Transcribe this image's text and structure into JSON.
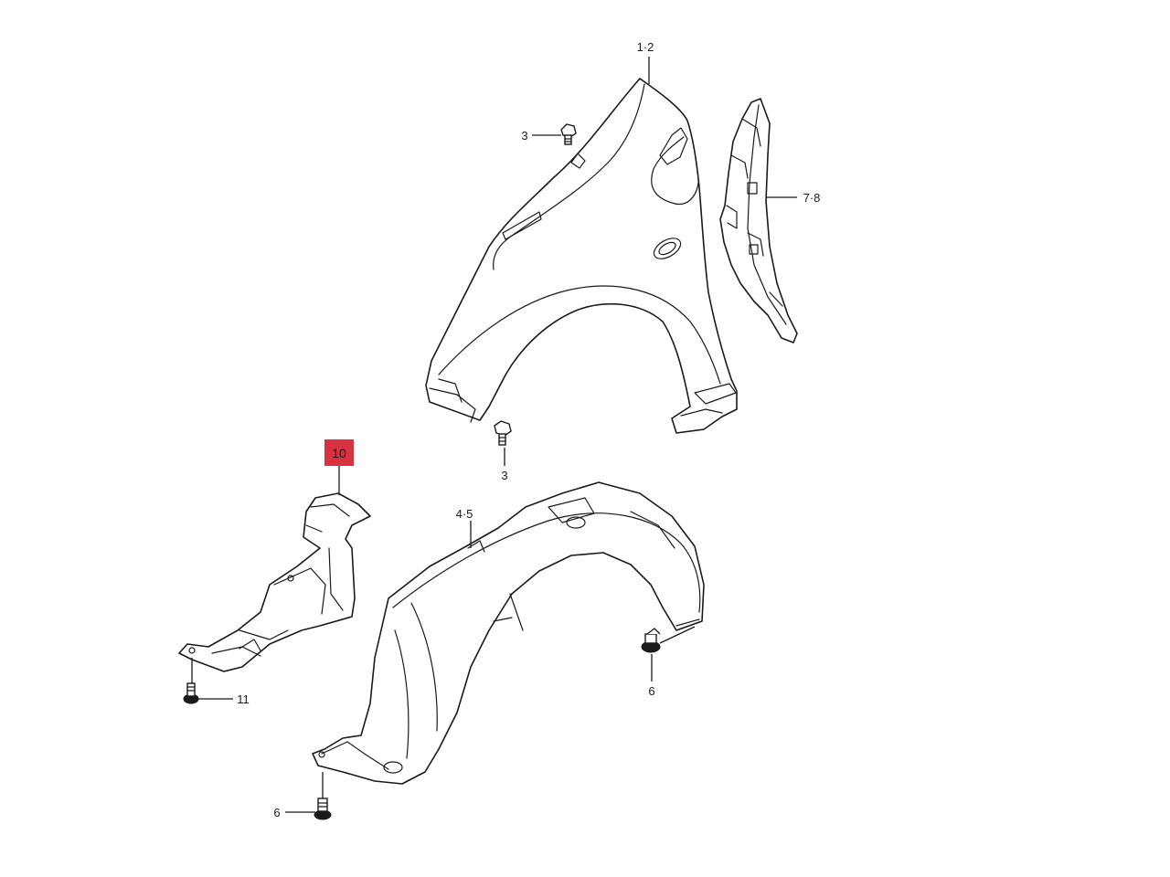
{
  "callouts": {
    "fender": "1·2",
    "bolt_upper": "3",
    "bolt_lower": "3",
    "bracket_side": "7·8",
    "highlight_part": "10",
    "fender_liner": "4·5",
    "screw_left": "11",
    "clip_right": "6",
    "clip_bottom": "6"
  },
  "colors": {
    "highlight": "#d9313f",
    "line": "#1a1a1a"
  }
}
